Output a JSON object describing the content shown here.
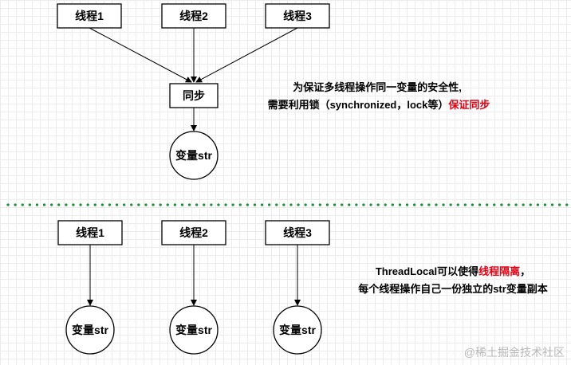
{
  "top": {
    "threads": [
      "线程1",
      "线程2",
      "线程3"
    ],
    "sync_label": "同步",
    "variable_label": "变量str",
    "note_line1": "为保证多线程操作同一变量的安全性,",
    "note_line2_prefix": "需要利用锁（synchronized，lock等）",
    "note_line2_highlight": "保证同步"
  },
  "bottom": {
    "threads": [
      "线程1",
      "线程2",
      "线程3"
    ],
    "variables": [
      "变量str",
      "变量str",
      "变量str"
    ],
    "note_line1_prefix": "ThreadLocal可以使得",
    "note_line1_highlight": "线程隔离",
    "note_line1_suffix": "，",
    "note_line2": "每个线程操作自己一份独立的str变量副本"
  },
  "watermark": "@稀土掘金技术社区",
  "colors": {
    "highlight": "#e60012",
    "divider": "#1a8f3c",
    "stroke": "#000000"
  }
}
